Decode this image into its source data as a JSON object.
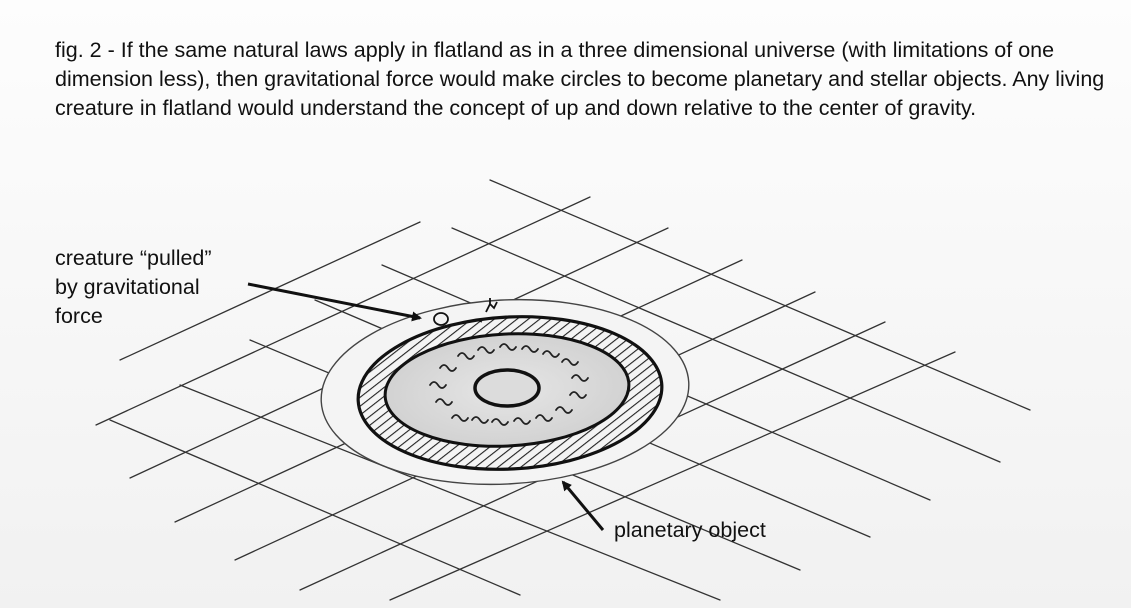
{
  "caption": {
    "text": "fig. 2 - If the same natural laws apply in flatland as in a three dimensional universe (with limitations of one dimension less), then gravitational force would make circles to become planetary and stellar objects. Any living creature in flatland would understand the concept of up and down relative to the center of gravity."
  },
  "labels": {
    "creature": {
      "line1": "creature “pulled”",
      "line2": "by gravitational",
      "line3": "force"
    },
    "planetary_object": "planetary object"
  },
  "colors": {
    "ink": "#111111",
    "pencil": "#2a2a2a",
    "grid": "#333333"
  }
}
